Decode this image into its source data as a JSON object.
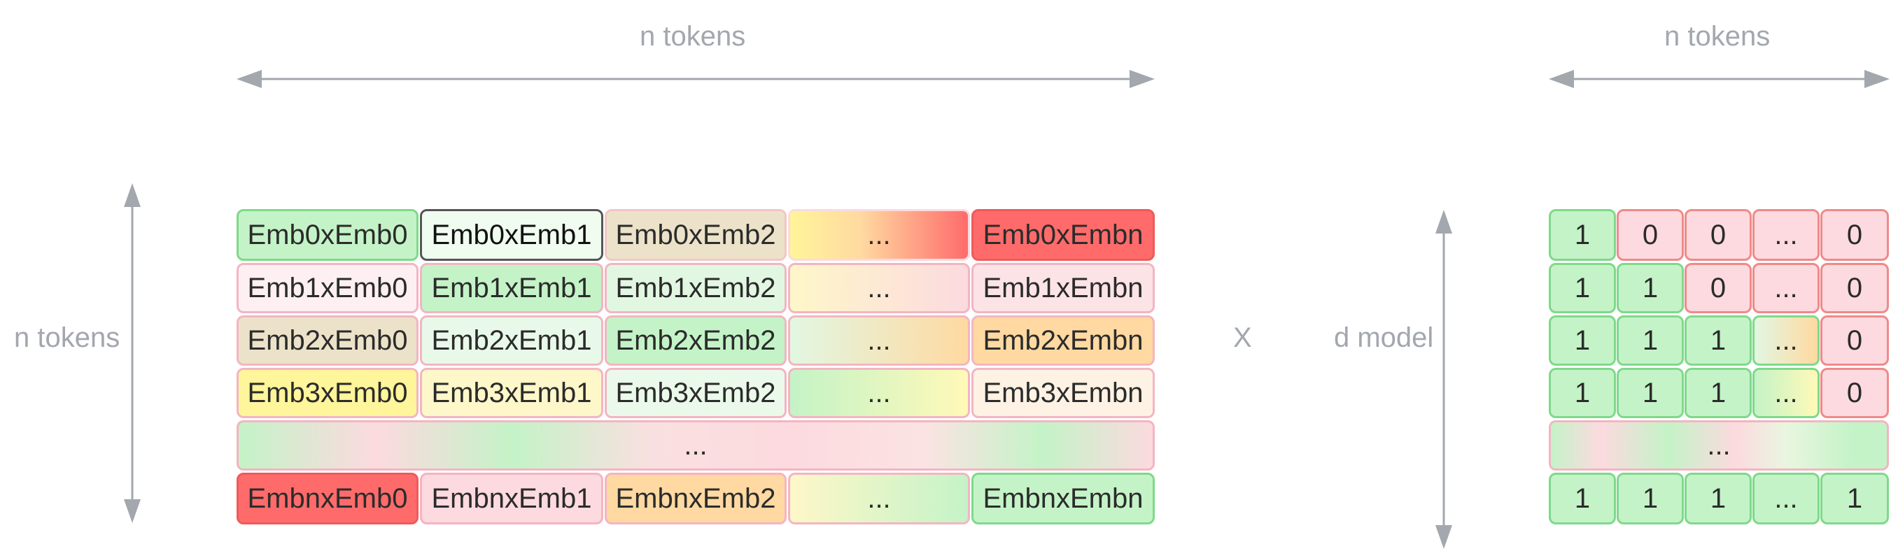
{
  "labels": {
    "top_left": "n tokens",
    "left_side": "n tokens",
    "multiply": "X",
    "d_model": "d model",
    "top_right": "n tokens"
  },
  "colors": {
    "green_fill": "#c4f3c7",
    "green_border": "#7fd98a",
    "pink_fill": "#fcdadf",
    "pink_border": "#f3a6b5",
    "red_fill": "#ff6b6b",
    "red_border": "#ef5a5a",
    "tan_fill": "#ece2c9",
    "yellow_fill": "#fff59a",
    "orange_fill": "#ffd9a1",
    "mint_fill": "#e2f7e2",
    "cream_fill": "#fef7c9",
    "selected_border": "#555555",
    "arrow": "#a3a7ae"
  },
  "left_matrix": {
    "rows": [
      [
        "Emb0xEmb0",
        "Emb0xEmb1",
        "Emb0xEmb2",
        "...",
        "Emb0xEmbn"
      ],
      [
        "Emb1xEmb0",
        "Emb1xEmb1",
        "Emb1xEmb2",
        "...",
        "Emb1xEmbn"
      ],
      [
        "Emb2xEmb0",
        "Emb2xEmb1",
        "Emb2xEmb2",
        "...",
        "Emb2xEmbn"
      ],
      [
        "Emb3xEmb0",
        "Emb3xEmb1",
        "Emb3xEmb2",
        "...",
        "Emb3xEmbn"
      ],
      [
        "..."
      ],
      [
        "EmbnxEmb0",
        "EmbnxEmb1",
        "EmbnxEmb2",
        "...",
        "EmbnxEmbn"
      ]
    ]
  },
  "mask_matrix": {
    "rows": [
      [
        "1",
        "0",
        "0",
        "...",
        "0"
      ],
      [
        "1",
        "1",
        "0",
        "...",
        "0"
      ],
      [
        "1",
        "1",
        "1",
        "...",
        "0"
      ],
      [
        "1",
        "1",
        "1",
        "...",
        "0"
      ],
      [
        "..."
      ],
      [
        "1",
        "1",
        "1",
        "...",
        "1"
      ]
    ]
  }
}
